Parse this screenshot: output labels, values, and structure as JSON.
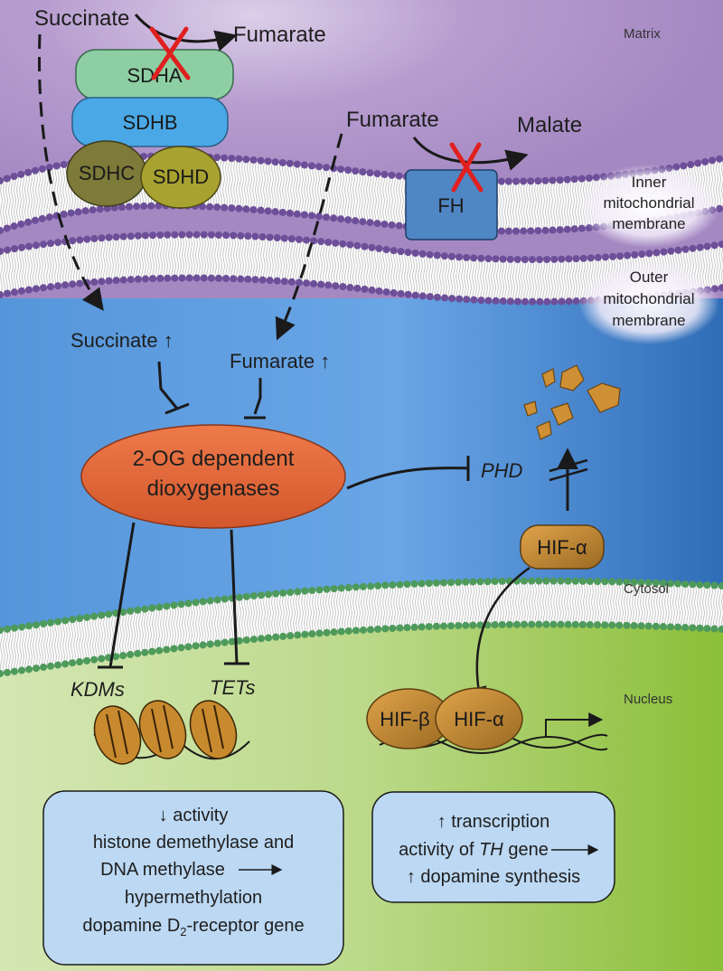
{
  "regions": {
    "matrix": "Matrix",
    "cytosol": "Cytosol",
    "nucleus": "Nucleus"
  },
  "membranes": {
    "inner": [
      "Inner",
      "mitochondrial",
      "membrane"
    ],
    "outer": [
      "Outer",
      "mitochondrial",
      "membrane"
    ]
  },
  "metabolites": {
    "succinate_top": "Succinate",
    "fumarate_top": "Fumarate",
    "fumarate_mid": "Fumarate",
    "malate": "Malate",
    "succinate_cyto": "Succinate",
    "fumarate_cyto": "Fumarate",
    "up_arrow": "↑"
  },
  "enzymes": {
    "sdha": "SDHA",
    "sdhb": "SDHB",
    "sdhc": "SDHC",
    "sdhd": "SDHD",
    "fh": "FH",
    "dioxygenases": [
      "2-OG dependent",
      "dioxygenases"
    ],
    "phd": "PHD",
    "hif_alpha": "HIF-α",
    "hif_beta": "HIF-β",
    "hif_alpha_nuc": "HIF-α",
    "kdms": "KDMs",
    "tets": "TETs"
  },
  "boxes": {
    "left": {
      "line1": "↓ activity",
      "line2": "histone demethylase and",
      "line3": "DNA methylase",
      "line4": "hypermethylation",
      "line5_pre": "dopamine D",
      "line5_sub": "2",
      "line5_post": "-receptor gene"
    },
    "right": {
      "line1": "↑ transcription",
      "line2_pre": "activity of ",
      "line2_gene": "TH",
      "line2_post": " gene",
      "line3": "↑ dopamine synthesis"
    }
  },
  "colors": {
    "matrix": "#b096c8",
    "cytosol": "#4f8ed6",
    "nucleus": "#9cc64a",
    "mito_head": "#6d4f99",
    "nuc_head": "#4e9a5b",
    "sdha": "#8dcfa3",
    "sdhb": "#4aa8e6",
    "sdhcd": "#8f8a3a",
    "fh": "#4f86c4",
    "dioxygenase": "#e2683c",
    "hif": "#c88a2e",
    "info_box": "#b9d7f4",
    "block_x": "#e02020"
  }
}
